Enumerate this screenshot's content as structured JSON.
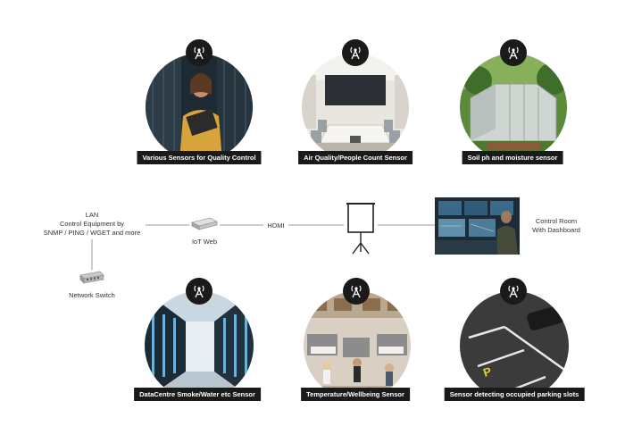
{
  "top_row": [
    {
      "label": "Various Sensors for Quality Control",
      "icon": "antenna-icon"
    },
    {
      "label": "Air Quality/People Count Sensor",
      "icon": "antenna-icon"
    },
    {
      "label": "Soil ph and moisture sensor",
      "icon": "antenna-icon"
    }
  ],
  "bottom_row": [
    {
      "label": "DataCentre Smoke/Water etc Sensor",
      "icon": "antenna-icon"
    },
    {
      "label": "Temperature/Wellbeing Sensor",
      "icon": "antenna-icon"
    },
    {
      "label": "Sensor detecting occupied parking slots",
      "icon": "antenna-icon"
    }
  ],
  "network": {
    "lan_line1": "LAN",
    "lan_line2": "Control Equipment by",
    "lan_line3": "SNMP / PING / WGET and more",
    "switch_label": "Network Switch",
    "iot_label": "IoT Web",
    "hdmi_label": "HDMI",
    "control_room_line1": "Control Room",
    "control_room_line2": "With Dashboard"
  },
  "colors": {
    "label_bg": "#1a1a1a",
    "line": "#999999"
  }
}
